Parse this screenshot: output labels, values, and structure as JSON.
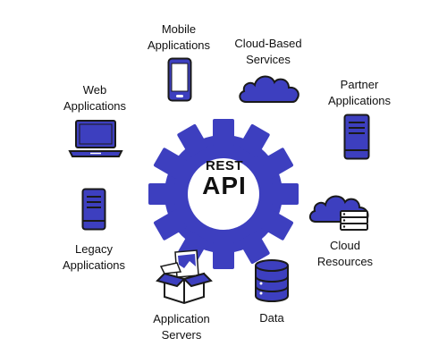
{
  "center": {
    "line1": "REST",
    "line2": "API"
  },
  "nodes": {
    "mobile": "Mobile\nApplications",
    "cloud_based": "Cloud-Based\nServices",
    "partner": "Partner\nApplications",
    "web": "Web\nApplications",
    "cloud_resources": "Cloud\nResources",
    "legacy": "Legacy\nApplications",
    "app_servers": "Application\nServers",
    "data": "Data"
  },
  "colors": {
    "accent": "#3d3fbf",
    "outline": "#1a1a1a",
    "white": "#ffffff"
  },
  "icons": [
    "smartphone-icon",
    "cloud-icon",
    "server-icon",
    "laptop-icon",
    "cloud-storage-icon",
    "server-icon",
    "open-box-icon",
    "database-icon",
    "gear-icon"
  ]
}
